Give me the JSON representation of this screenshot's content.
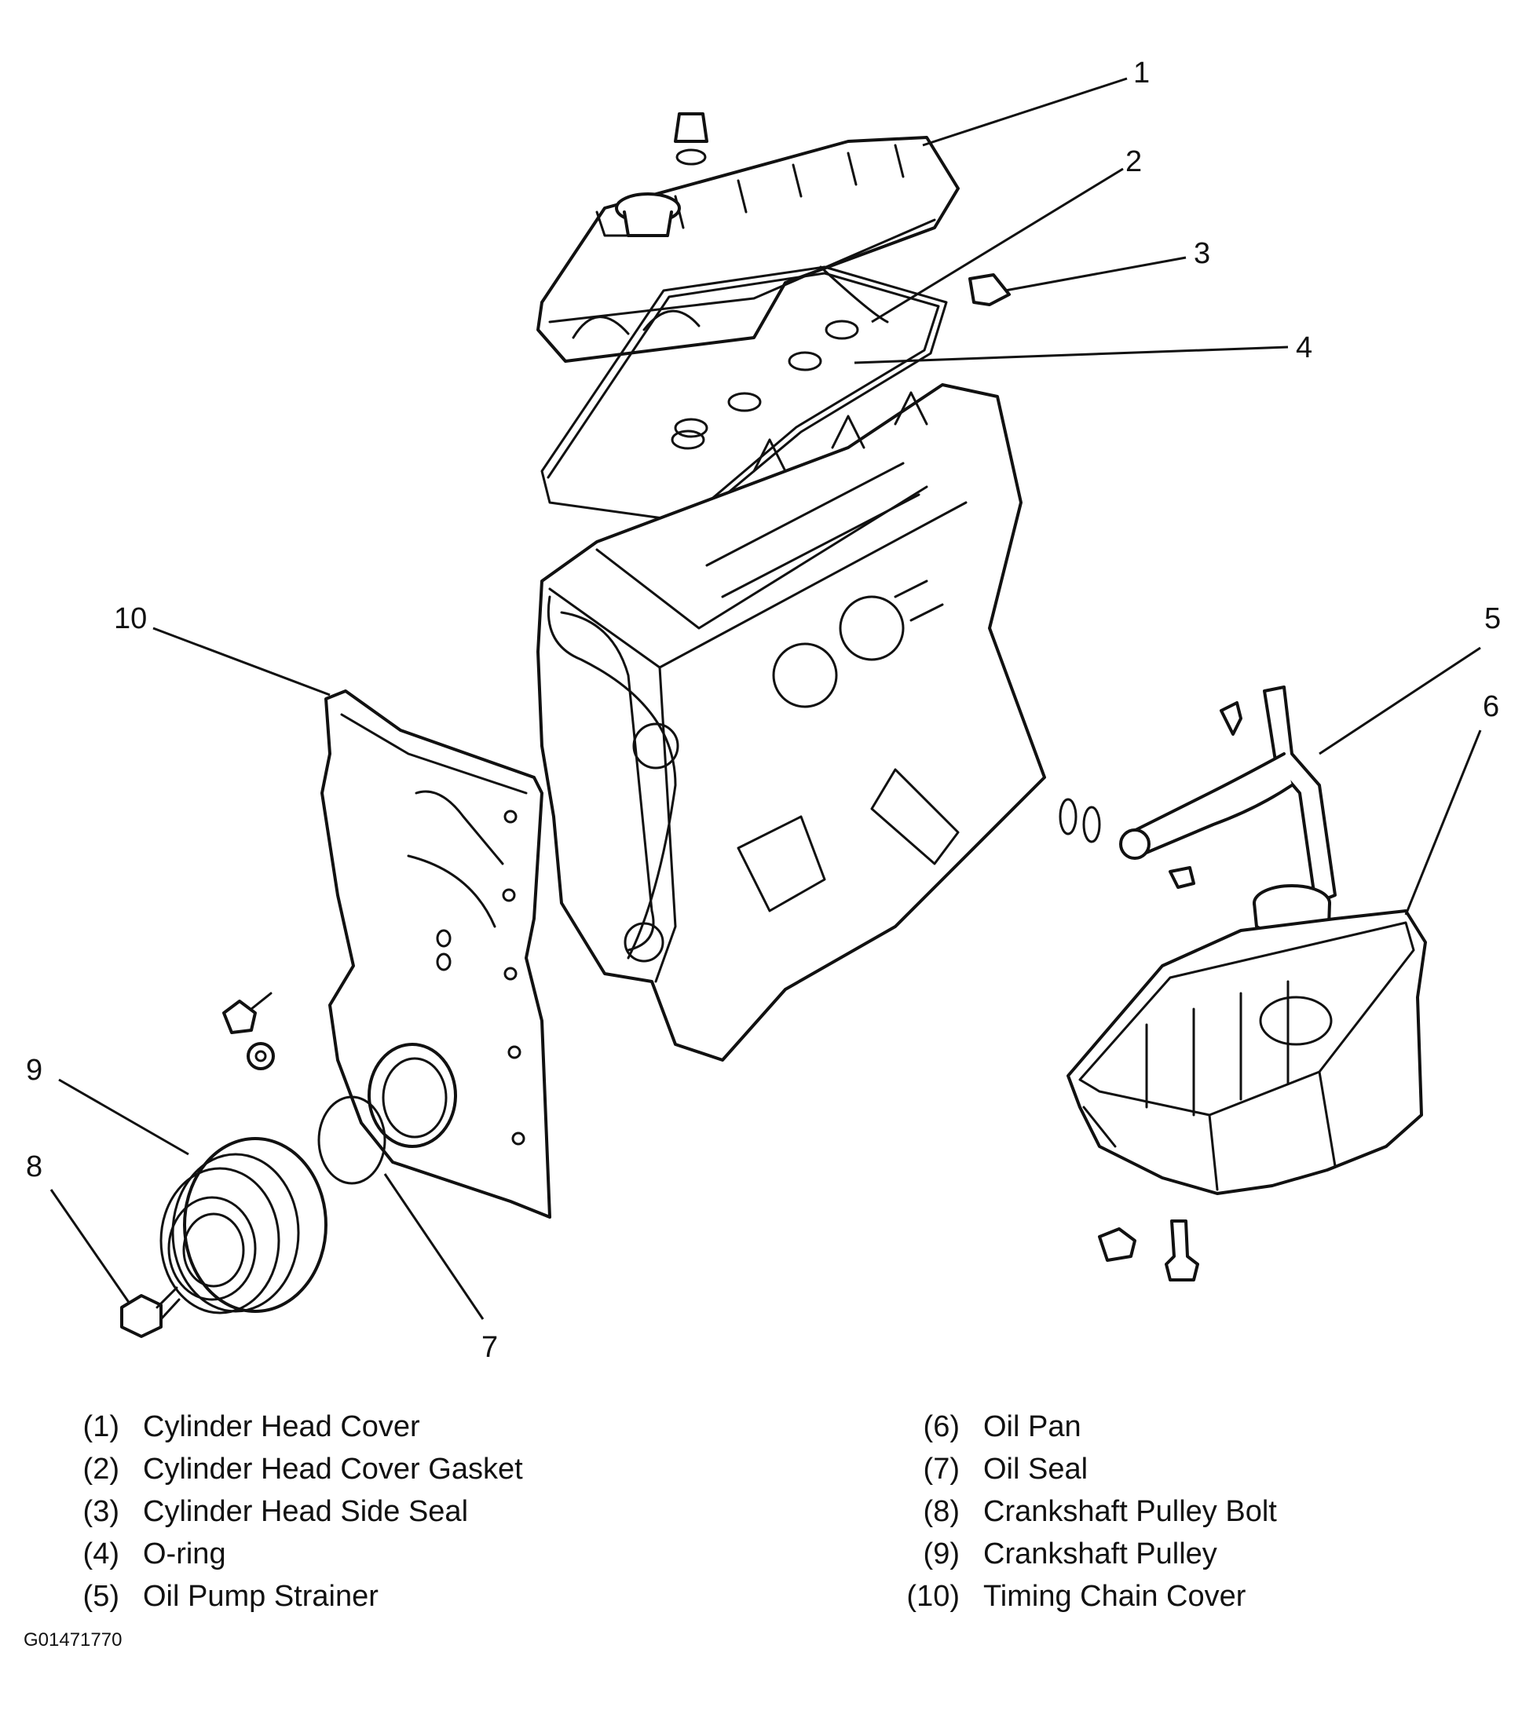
{
  "figure_id": "G01471770",
  "callouts": [
    "1",
    "2",
    "3",
    "4",
    "5",
    "6",
    "7",
    "8",
    "9",
    "10"
  ],
  "legend": [
    {
      "num": "(1)",
      "label": "Cylinder Head Cover"
    },
    {
      "num": "(2)",
      "label": "Cylinder Head Cover Gasket"
    },
    {
      "num": "(3)",
      "label": "Cylinder Head Side Seal"
    },
    {
      "num": "(4)",
      "label": "O-ring"
    },
    {
      "num": "(5)",
      "label": "Oil Pump Strainer"
    },
    {
      "num": "(6)",
      "label": "Oil Pan"
    },
    {
      "num": "(7)",
      "label": "Oil Seal"
    },
    {
      "num": "(8)",
      "label": "Crankshaft Pulley Bolt"
    },
    {
      "num": "(9)",
      "label": "Crankshaft Pulley"
    },
    {
      "num": "(10)",
      "label": "Timing Chain Cover"
    }
  ]
}
